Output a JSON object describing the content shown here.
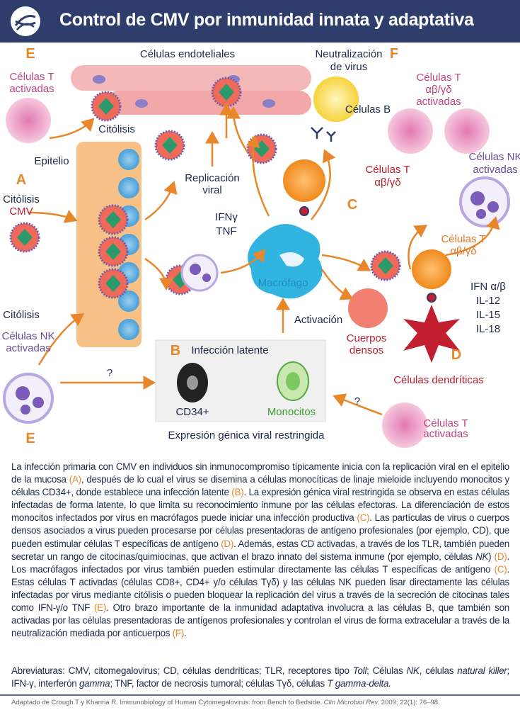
{
  "header": {
    "title": "Control de CMV por inmunidad innata y adaptativa"
  },
  "colors": {
    "header_bg": "#2e3d6b",
    "accent_orange": "#e8862a",
    "pink": "#c0437f",
    "purple": "#6a4e9c",
    "teal": "#1a8fc0",
    "green": "#3a9e2f",
    "red": "#b8202f"
  },
  "diagram": {
    "letters": {
      "E_top": "E",
      "A": "A",
      "B": "B",
      "C": "C",
      "D": "D",
      "E_bottom": "E",
      "F": "F"
    },
    "labels": {
      "t_activadas_left_1": "Células T",
      "t_activadas_left_2": "activadas",
      "endoteliales": "Células endoteliales",
      "neutralizacion_1": "Neutralización",
      "neutralizacion_2": "de virus",
      "celulas_b": "Células B",
      "t_ab_activadas_1": "Células T",
      "t_ab_activadas_2": "αβ/γδ",
      "t_ab_activadas_3": "activadas",
      "citolisis_top": "Citólisis",
      "epitelio": "Epitelio",
      "citolisis_cmv": "Citólisis",
      "cmv": "CMV",
      "replicacion_1": "Replicación",
      "replicacion_2": "viral",
      "t_ab_c_1": "Células T",
      "t_ab_c_2": "αβ/γδ",
      "nk_activadas_right_1": "Células NK",
      "nk_activadas_right_2": "activadas",
      "ifng": "IFNγ",
      "tnf": "TNF",
      "t_ab_d_1": "Células T",
      "t_ab_d_2": "αβ/γδ",
      "macrofago": "Macrófago",
      "ifn_ab": "IFN α/β",
      "il12": "IL-12",
      "il15": "IL-15",
      "il18": "IL-18",
      "activacion": "Activación",
      "citolisis_bottom": "Citólisis",
      "nk_activadas_left_1": "Células NK",
      "nk_activadas_left_2": "activadas",
      "cuerpos_1": "Cuerpos",
      "cuerpos_2": "densos",
      "dendriticas": "Células dendríticas",
      "infeccion_latente": "Infección latente",
      "cd34": "CD34+",
      "monocitos": "Monocitos",
      "q1": "?",
      "q2": "?",
      "expresion": "Expresión génica viral restringida",
      "t_activadas_right_1": "Células T",
      "t_activadas_right_2": "activadas"
    }
  },
  "body_text": [
    {
      "t": "La infección primaria con CMV en individuos sin inmunocompromiso típicamente inicia con la replicación viral en el epitelio de la mucosa ",
      "s": "n"
    },
    {
      "t": "(A)",
      "s": "r"
    },
    {
      "t": ", después de lo cual el virus se disemina a células monocíticas de linaje mieloide incluyendo monocitos y células CD34+, donde establece una infección latente ",
      "s": "n"
    },
    {
      "t": "(B)",
      "s": "r"
    },
    {
      "t": ". La expresión génica viral restringida se observa en estas células infectadas de forma latente, lo que limita su reconoci­miento inmune por las células efectoras. La diferenciación de estos monocitos infectados por virus en ma­crófagos puede iniciar una infección productiva ",
      "s": "n"
    },
    {
      "t": "(C)",
      "s": "r"
    },
    {
      "t": ". Las partículas de virus o cuerpos densos asociados a virus pueden procesarse por células presentadoras de antígeno profesionales (por ejemplo, CD), que pueden estimular células T específicas de antígeno ",
      "s": "n"
    },
    {
      "t": "(D)",
      "s": "r"
    },
    {
      "t": ". Además, estas CD activadas, a través de los TLR, también pueden secretar un rango de citocinas/quimiocinas, que activan el brazo innato del sistema inmune (por ejemplo, células ",
      "s": "n"
    },
    {
      "t": "NK",
      "s": "i"
    },
    {
      "t": ") ",
      "s": "n"
    },
    {
      "t": "(D)",
      "s": "r"
    },
    {
      "t": ". Los macrófagos infectados por virus también pueden estimular directamente las células T específicas de antígeno ",
      "s": "n"
    },
    {
      "t": "(C)",
      "s": "r"
    },
    {
      "t": ". Estas células T activadas (células CD8+, CD4+ y/o células Tγδ) y las células NK pueden lisar directamente las células infectadas por virus mediante citólisis o pueden bloquear la replicación del virus a través de la secreción de citocinas tales como IFN-γ/o TNF ",
      "s": "n"
    },
    {
      "t": "(E)",
      "s": "r"
    },
    {
      "t": ". Otro brazo importante de la inmunidad adaptativa involucra a las células B, que también son activadas por las células presentadoras de antígenos profesionales y controlan el virus de forma extracelular a través de la neutralización mediada por anticuerpos ",
      "s": "n"
    },
    {
      "t": "(F)",
      "s": "r"
    },
    {
      "t": ".",
      "s": "n"
    }
  ],
  "abbreviations": [
    {
      "t": "Abreviaturas: CMV, citomegalovirus; CD, células dendríticas; TLR, receptores tipo ",
      "s": "n"
    },
    {
      "t": "Toll",
      "s": "i"
    },
    {
      "t": "; Células ",
      "s": "n"
    },
    {
      "t": "NK",
      "s": "i"
    },
    {
      "t": ", células ",
      "s": "n"
    },
    {
      "t": "natural killer",
      "s": "i"
    },
    {
      "t": "; IFN-γ, interferón ",
      "s": "n"
    },
    {
      "t": "gamma",
      "s": "i"
    },
    {
      "t": "; TNF, factor de necrosis tumoral; células Tγδ, células ",
      "s": "n"
    },
    {
      "t": "T gamma-delta.",
      "s": "i"
    }
  ],
  "citation": [
    {
      "t": "Adaptado de Crough T y Khanna R. Immunobiology of Human Cytomegalovirus: from Bench to Bedside. ",
      "s": "n"
    },
    {
      "t": "Clin Microbiol Rev.",
      "s": "i"
    },
    {
      "t": " 2009; 22(1): 76–98.",
      "s": "n"
    }
  ]
}
